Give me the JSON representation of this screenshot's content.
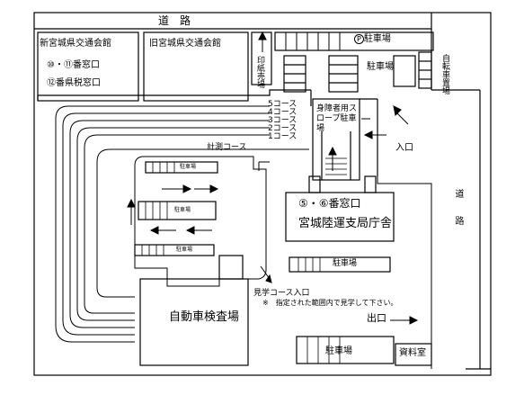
{
  "map": {
    "road_top": "道　路",
    "road_right": "道　　路",
    "shin_kaikan": {
      "name": "新宮城県交通会館",
      "window1": "⑩・⑪番窓口",
      "window2": "⑫番県税窓口"
    },
    "kyu_kaikan": "旧宮城県交通会館",
    "inshi": "印紙売場",
    "parking": "駐車場",
    "parking_p": "P",
    "bicycle": "自転車置場",
    "disabled_slope": "身障者用スロープ駐車場",
    "courses": [
      "5コース",
      "4コース",
      "3コース",
      "2コース",
      "1コース"
    ],
    "keisoku_course": "計測コース",
    "entrance": "入口",
    "main_building": {
      "window": "⑤・⑥番窓口",
      "name": "宮城陸運支局庁舎"
    },
    "inspection": "自動車検査場",
    "tour": {
      "entrance": "見学コース入口",
      "note": "※　指定された範囲内で見学して下さい。"
    },
    "exit": "出口",
    "archive": "資料室"
  }
}
